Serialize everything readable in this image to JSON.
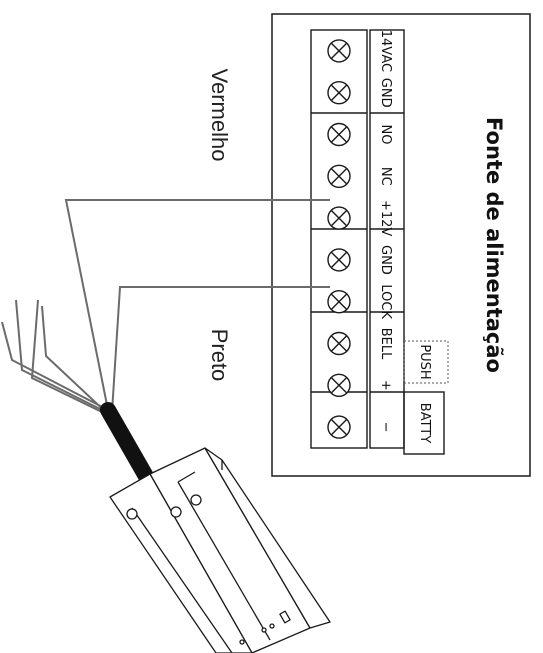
{
  "diagram": {
    "title": "Fonte de alimentação",
    "wire_labels": {
      "red": "Vermelho",
      "black": "Preto"
    },
    "terminal_labels": [
      "14VAC",
      "GND",
      "NO",
      "NC",
      "+12V",
      "GND",
      "LOCK",
      "BELL",
      "+",
      "−"
    ],
    "push_label": "PUSH",
    "batty_label": "BATTY",
    "colors": {
      "stroke": "#1a1a1a",
      "wire": "#6b6b6b",
      "cable": "#111111"
    }
  }
}
